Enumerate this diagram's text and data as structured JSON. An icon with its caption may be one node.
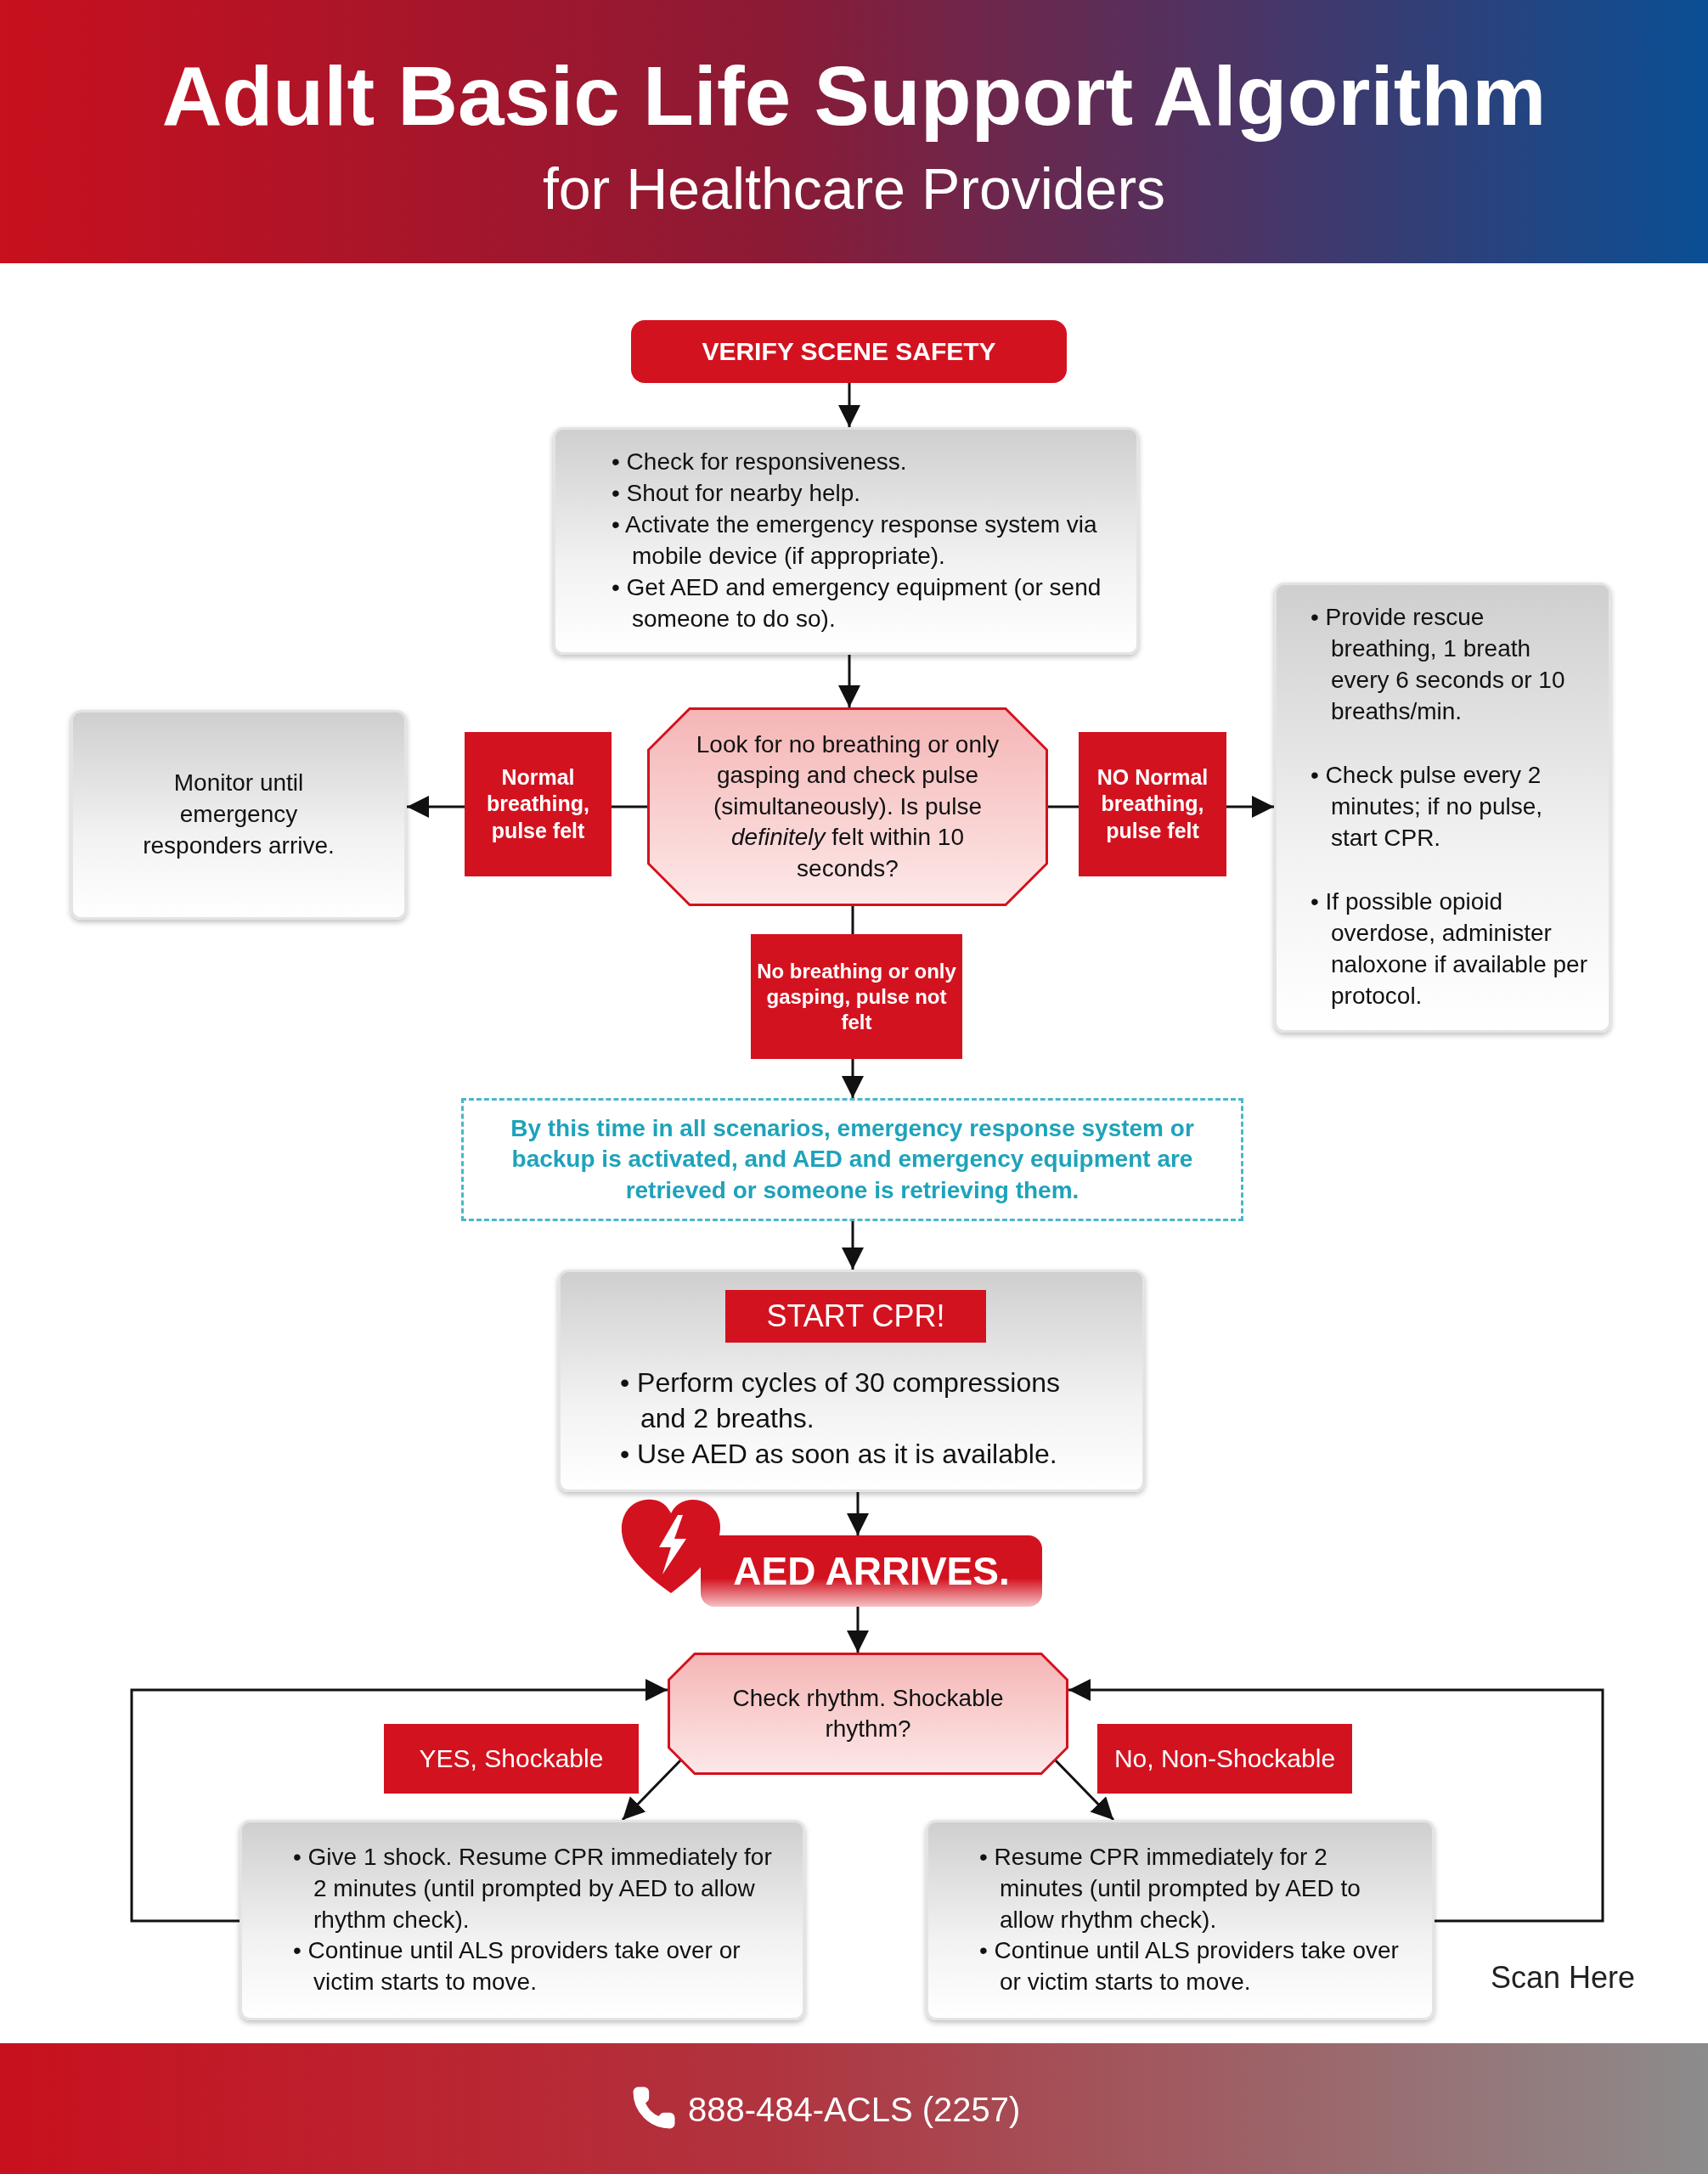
{
  "diagram": {
    "title": "Adult Basic Life Support Algorithm",
    "nodes": [
      {
        "text": [
          "VERIFY SCENE SAFETY"
        ]
      },
      {
        "text": [
          "• Check for responsiveness.",
          "• Shout for nearby help.",
          "• Activate the emergency response system via mobile device (if appropriate).",
          "• Get AED and emergency equipment (or send someone to do so)."
        ]
      },
      {
        "text": [
          "Look for no breathing or only gasping and check pulse (simultaneously). Is pulse *definitely* felt  within 10 seconds?"
        ]
      },
      {
        "text": [
          "Monitor until emergency responders arrive."
        ]
      },
      {
        "text": [
          "• Provide rescue breathing, 1 breath every 6 seconds or 10 breaths/min.",
          "• Check pulse every 2 minutes; if no pulse, start CPR.",
          "• If possible opioid overdose, administer naloxone if available per protocol."
        ]
      },
      {
        "text": [
          "By this time in all scenarios, emergency response system or backup is activated, and AED and emergency equipment are retrieved or someone is retrieving them."
        ]
      },
      {
        "text": [
          "START CPR!",
          "• Perform cycles of 30 compressions and 2 breaths.",
          "• Use AED as soon as it is available."
        ]
      },
      {
        "text": [
          "AED ARRIVES."
        ]
      },
      {
        "text": [
          "Check rhythm. Shockable rhythm?"
        ]
      },
      {
        "text": [
          "• Give 1 shock. Resume CPR immediately for 2 minutes (until prompted by AED to allow rhythm check).",
          "• Continue until ALS providers take over or victim starts to move."
        ]
      },
      {
        "text": [
          "• Resume CPR immediately for 2 minutes (until prompted by AED to allow rhythm check).",
          "• Continue until ALS providers take over or victim starts to move."
        ]
      }
    ],
    "edges": [
      {
        "from": 0,
        "to": 1,
        "arrow": "to"
      },
      {
        "from": 1,
        "to": 2,
        "arrow": "to"
      },
      {
        "from": 2,
        "to": 3,
        "arrow": "to",
        "label": "Normal breathing, pulse felt"
      },
      {
        "from": 2,
        "to": 4,
        "arrow": "to",
        "label": "NO Normal breathing, pulse felt"
      },
      {
        "from": 2,
        "to": 5,
        "arrow": "to",
        "label": "No breathing or only gasping, pulse not felt"
      },
      {
        "from": 5,
        "to": 6,
        "arrow": "to"
      },
      {
        "from": 6,
        "to": 7,
        "arrow": "to"
      },
      {
        "from": 7,
        "to": 8,
        "arrow": "to"
      },
      {
        "from": 8,
        "to": 9,
        "arrow": "to",
        "label": "YES, Shockable"
      },
      {
        "from": 8,
        "to": 10,
        "arrow": "to",
        "label": "No, Non-Shockable"
      },
      {
        "from": 9,
        "to": 8,
        "arrow": "to"
      },
      {
        "from": 10,
        "to": 8,
        "arrow": "to"
      }
    ],
    "labels": [
      "for Healthcare Providers",
      "Scan Here",
      "888-484-ACLS (2257)"
    ]
  }
}
